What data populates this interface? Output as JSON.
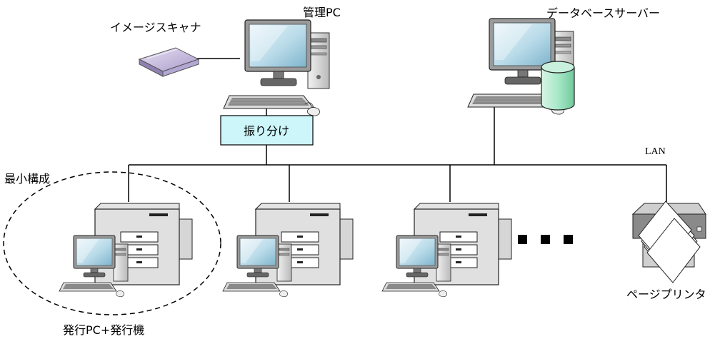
{
  "labels": {
    "scanner": "イメージスキャナ",
    "admin_pc": "管理PC",
    "db_server": "データベースサーバー",
    "distribution": "振り分け",
    "lan": "LAN",
    "minimum_config": "最小構成",
    "issue_unit": "発行PC+発行機",
    "page_printer": "ページプリンタ"
  },
  "colors": {
    "distribution_box": "#cdf6fa",
    "db_cylinder": "#a8e8c8",
    "scanner": "#cfc3e6"
  }
}
